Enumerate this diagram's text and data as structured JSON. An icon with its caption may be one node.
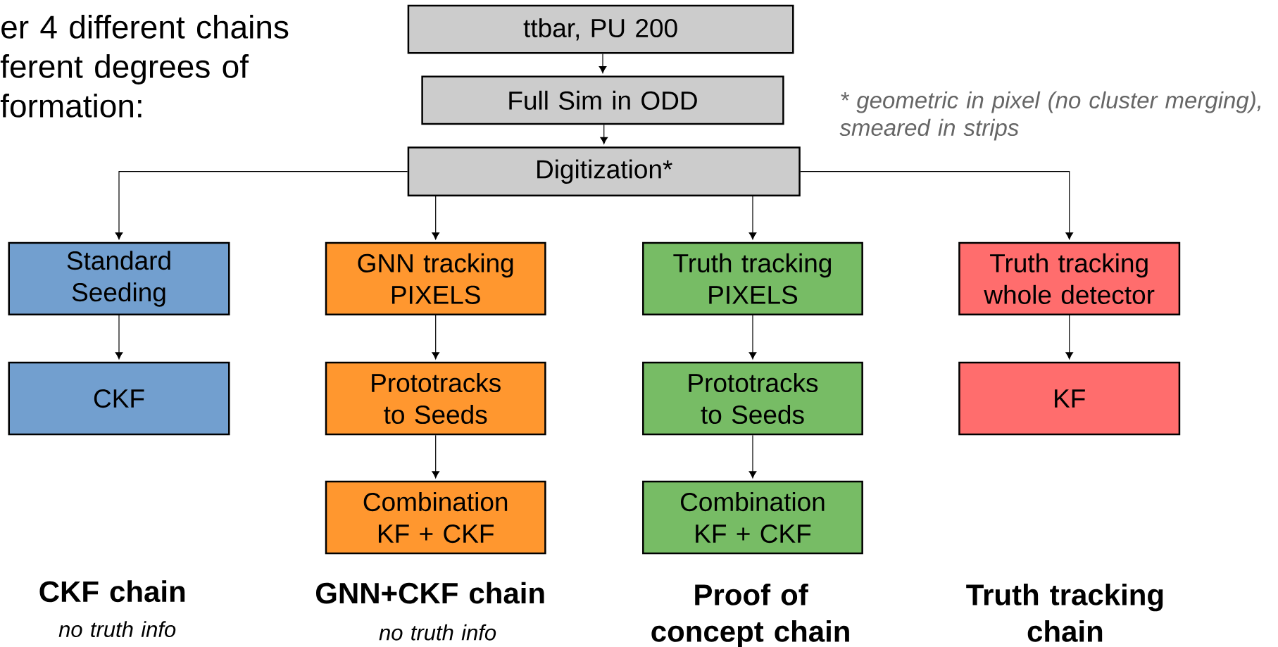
{
  "diagram": {
    "nodes": [
      {
        "text": [
          "ttbar, PU 200"
        ]
      },
      {
        "text": [
          "Full Sim in ODD"
        ]
      },
      {
        "text": [
          "Digitization*"
        ]
      },
      {
        "text": [
          "Standard Seeding"
        ]
      },
      {
        "text": [
          "CKF"
        ]
      },
      {
        "text": [
          "GNN tracking PIXELS"
        ]
      },
      {
        "text": [
          "Prototracks to Seeds"
        ]
      },
      {
        "text": [
          "Combination KF + CKF"
        ]
      },
      {
        "text": [
          "Truth tracking PIXELS"
        ]
      },
      {
        "text": [
          "Prototracks to Seeds"
        ]
      },
      {
        "text": [
          "Combination KF + CKF"
        ]
      },
      {
        "text": [
          "Truth tracking whole detector"
        ]
      },
      {
        "text": [
          "KF"
        ]
      }
    ],
    "edges": [
      {
        "from": 0,
        "to": 1,
        "arrow": "to"
      },
      {
        "from": 1,
        "to": 2,
        "arrow": "to"
      },
      {
        "from": 2,
        "to": 3,
        "arrow": "to"
      },
      {
        "from": 2,
        "to": 5,
        "arrow": "to"
      },
      {
        "from": 2,
        "to": 8,
        "arrow": "to"
      },
      {
        "from": 2,
        "to": 11,
        "arrow": "to"
      },
      {
        "from": 3,
        "to": 4,
        "arrow": "to"
      },
      {
        "from": 5,
        "to": 6,
        "arrow": "to"
      },
      {
        "from": 6,
        "to": 7,
        "arrow": "to"
      },
      {
        "from": 8,
        "to": 9,
        "arrow": "to"
      },
      {
        "from": 9,
        "to": 10,
        "arrow": "to"
      },
      {
        "from": 11,
        "to": 12,
        "arrow": "to"
      }
    ],
    "labels": [
      "er 4 different chains ferent degrees of formation:",
      "* geometric in pixel (no cluster merging), smeared in strips",
      "CKF chain",
      "no truth info",
      "GNN+CKF chain",
      "no truth info",
      "Proof of concept chain",
      "Truth tracking chain"
    ]
  }
}
